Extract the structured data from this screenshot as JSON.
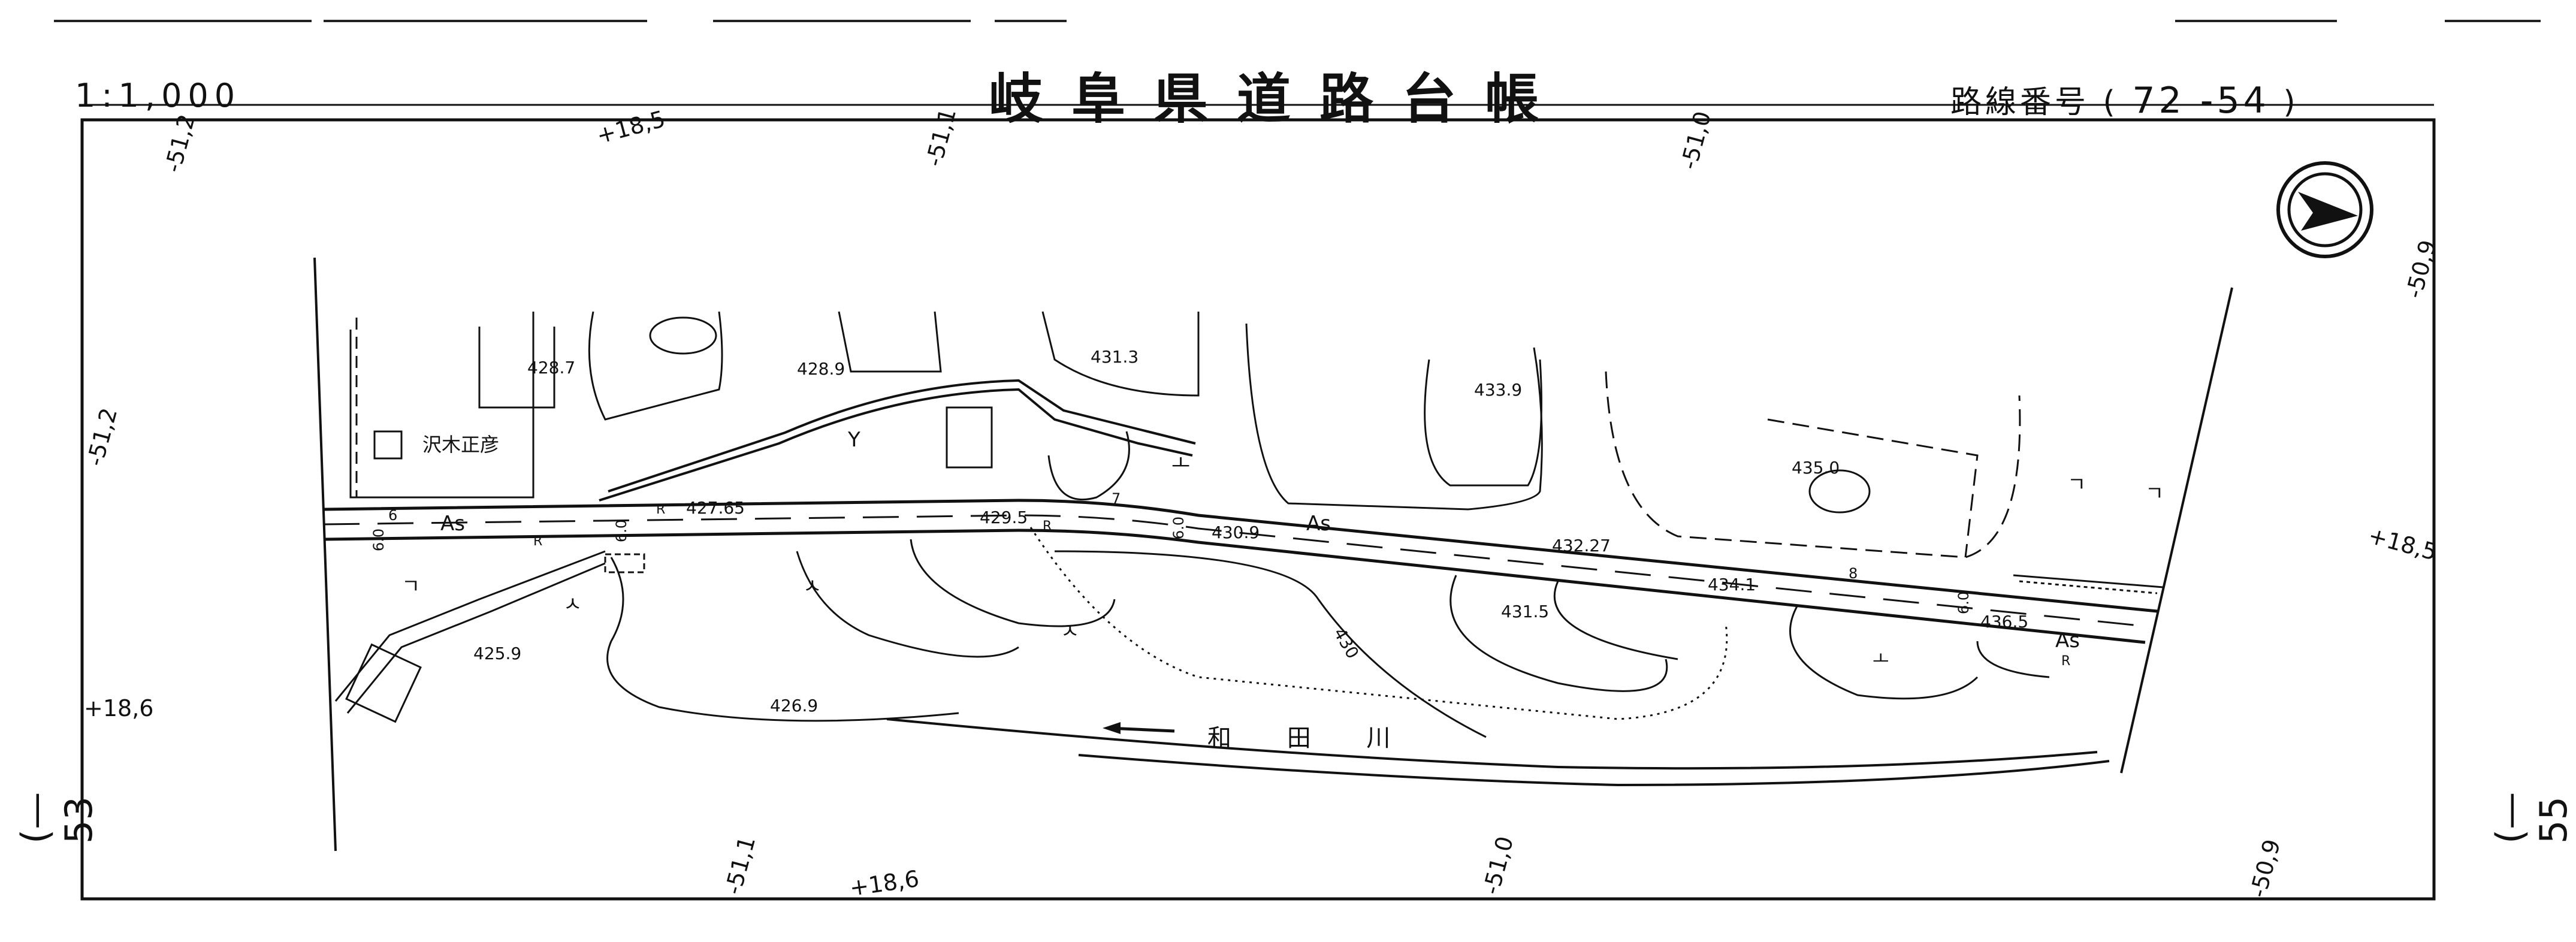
{
  "header": {
    "scale": "1:1,000",
    "title": "岐阜県道路台帳",
    "route_label": "路線番号",
    "route_open": "(",
    "route_number": "72 -54",
    "route_close": ")"
  },
  "sheets": {
    "left_index": "(—53",
    "right_index": "(—55"
  },
  "grid_labels": {
    "top": [
      "-51,2",
      "+18,5",
      "-51,1",
      "-51,0",
      "-50,9"
    ],
    "left": [
      "-51,2",
      "+18,6"
    ],
    "right": [
      "+18,5"
    ],
    "bottom": [
      "-51,1",
      "+18,6",
      "-51,0",
      "-50,9"
    ]
  },
  "map": {
    "owner_label": "沢木正彦",
    "river_label": "和 田 川",
    "road_labels": [
      "As",
      "As",
      "As"
    ],
    "elevations": [
      "428.7",
      "428.9",
      "431.3",
      "433.9",
      "435.0",
      "427.65",
      "429.5",
      "430.9",
      "432.27",
      "434.1",
      "431.5",
      "436.5",
      "425.9",
      "426.9"
    ],
    "contour_label": "430",
    "road_widths": [
      "6.0",
      "6.0",
      "6.0",
      "6.0"
    ],
    "small_numbers": [
      "6",
      "7",
      "8"
    ],
    "curve_markers": [
      "R",
      "R",
      "R",
      "R"
    ],
    "symbols": [
      "ㅅ",
      "ㅅ",
      "ㅅ",
      "ㄱ",
      "ㄱ",
      "ㄱ",
      "ㅗ",
      "Y",
      "ㅗ"
    ]
  }
}
